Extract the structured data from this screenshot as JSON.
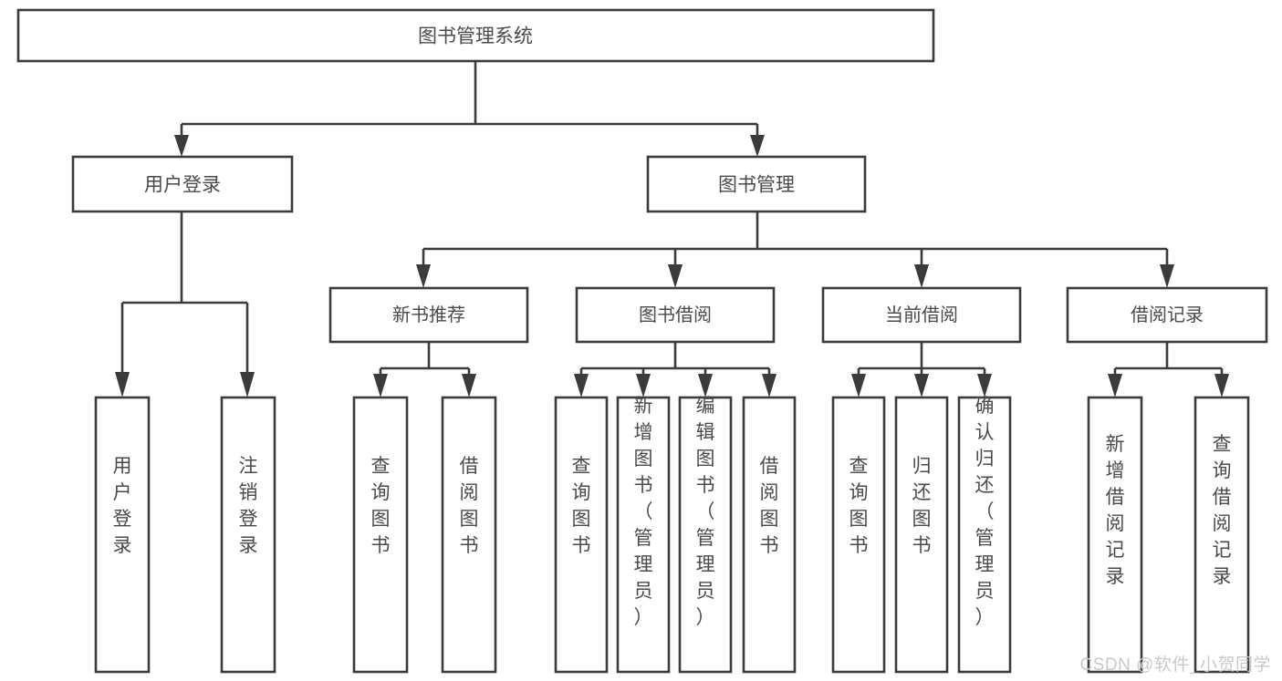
{
  "diagram": {
    "type": "tree-hierarchy",
    "title": "图书管理系统",
    "watermark": "CSDN @软件_小贺同学",
    "colors": {
      "stroke": "#3b3b3b",
      "text": "#4a4a4a",
      "background": "#ffffff",
      "watermark": "#c9c9c9"
    },
    "levels": [
      {
        "level": 1,
        "nodes": [
          {
            "id": "root",
            "label": "图书管理系统"
          }
        ]
      },
      {
        "level": 2,
        "nodes": [
          {
            "id": "user-login",
            "label": "用户登录",
            "parent": "root"
          },
          {
            "id": "book-manage",
            "label": "图书管理",
            "parent": "root"
          }
        ]
      },
      {
        "level": 3,
        "nodes": [
          {
            "id": "new-book-rec",
            "label": "新书推荐",
            "parent": "book-manage"
          },
          {
            "id": "book-borrow",
            "label": "图书借阅",
            "parent": "book-manage"
          },
          {
            "id": "current-borrow",
            "label": "当前借阅",
            "parent": "book-manage"
          },
          {
            "id": "borrow-record",
            "label": "借阅记录",
            "parent": "book-manage"
          }
        ]
      },
      {
        "level": 4,
        "nodes": [
          {
            "id": "leaf-1",
            "label": "用户登录",
            "parent": "user-login"
          },
          {
            "id": "leaf-2",
            "label": "注销登录",
            "parent": "user-login"
          },
          {
            "id": "leaf-3",
            "label": "查询图书",
            "parent": "new-book-rec"
          },
          {
            "id": "leaf-4",
            "label": "借阅图书",
            "parent": "new-book-rec"
          },
          {
            "id": "leaf-5",
            "label": "查询图书",
            "parent": "book-borrow"
          },
          {
            "id": "leaf-6",
            "label": "新增图书（管理员）",
            "parent": "book-borrow"
          },
          {
            "id": "leaf-7",
            "label": "编辑图书（管理员）",
            "parent": "book-borrow"
          },
          {
            "id": "leaf-8",
            "label": "借阅图书",
            "parent": "book-borrow"
          },
          {
            "id": "leaf-9",
            "label": "查询图书",
            "parent": "current-borrow"
          },
          {
            "id": "leaf-10",
            "label": "归还图书",
            "parent": "current-borrow"
          },
          {
            "id": "leaf-11",
            "label": "确认归还（管理员）",
            "parent": "current-borrow"
          },
          {
            "id": "leaf-12",
            "label": "新增借阅记录",
            "parent": "borrow-record"
          },
          {
            "id": "leaf-13",
            "label": "查询借阅记录",
            "parent": "borrow-record"
          }
        ]
      }
    ]
  }
}
